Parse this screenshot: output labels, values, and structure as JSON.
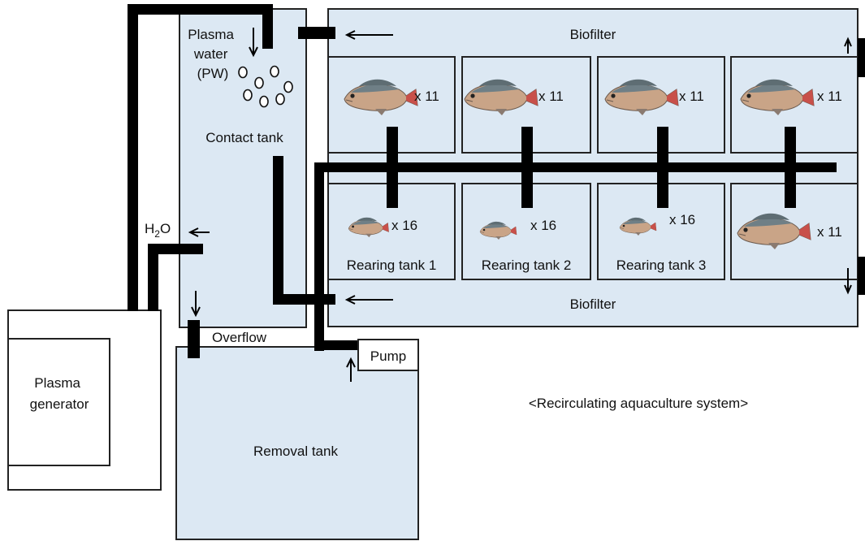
{
  "labels": {
    "plasma_water": [
      "Plasma",
      "water",
      "(PW)"
    ],
    "contact_tank": "Contact tank",
    "h2o_main": "H",
    "h2o_sub": "2",
    "h2o_end": "O",
    "overflow": "Overflow",
    "pump": "Pump",
    "removal_tank": "Removal tank",
    "plasma_generator": [
      "Plasma",
      "generator"
    ],
    "biofilter_top": "Biofilter",
    "biofilter_bottom": "Biofilter",
    "system_title": "<Recirculating aquaculture system>"
  },
  "rearing_tanks": {
    "top_row": [
      {
        "count": "x 11"
      },
      {
        "count": "x 11"
      },
      {
        "count": "x 11"
      },
      {
        "count": "x 11"
      }
    ],
    "bottom_row": [
      {
        "count": "x 16",
        "label": "Rearing tank 1"
      },
      {
        "count": "x 16",
        "label": "Rearing tank 2"
      },
      {
        "count": "x 16",
        "label": "Rearing tank 3"
      },
      {
        "count": "x 11",
        "label": ""
      }
    ]
  },
  "colors": {
    "tank_fill": "#dce8f3",
    "outline": "#222222",
    "pipe": "#000000",
    "fish_body": "#c9a487",
    "fish_back": "#6f7f86",
    "fish_tail": "#c8504a"
  },
  "icons": [
    "fish-icon",
    "bubble-icon",
    "arrow-icon"
  ]
}
